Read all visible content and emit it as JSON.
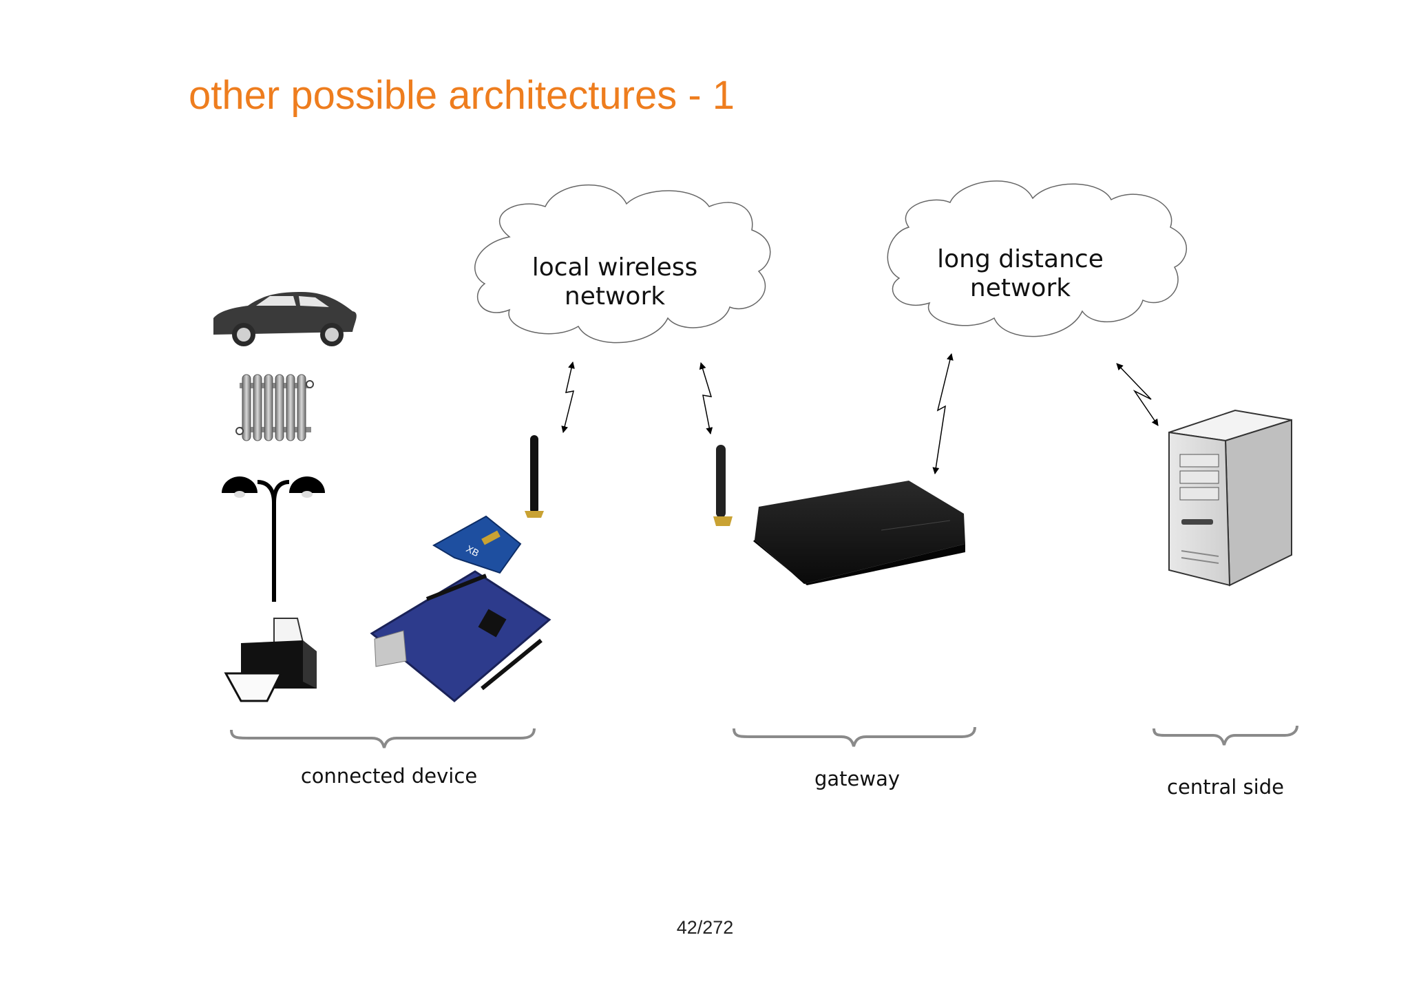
{
  "slide": {
    "title": "other possible architectures - 1",
    "page_number": "42/272",
    "title_color": "#ee7d1e"
  },
  "clouds": {
    "local": {
      "line1": "local wireless",
      "line2": "network"
    },
    "long": {
      "line1": "long distance",
      "line2": "network"
    }
  },
  "groups": {
    "connected": "connected device",
    "gateway": "gateway",
    "central": "central side"
  },
  "icons": [
    "car-icon",
    "radiator-icon",
    "street-lamp-icon",
    "printer-icon",
    "xbee-module-icon",
    "dev-board-icon",
    "antenna-icon",
    "gateway-router-icon",
    "server-tower-icon"
  ]
}
